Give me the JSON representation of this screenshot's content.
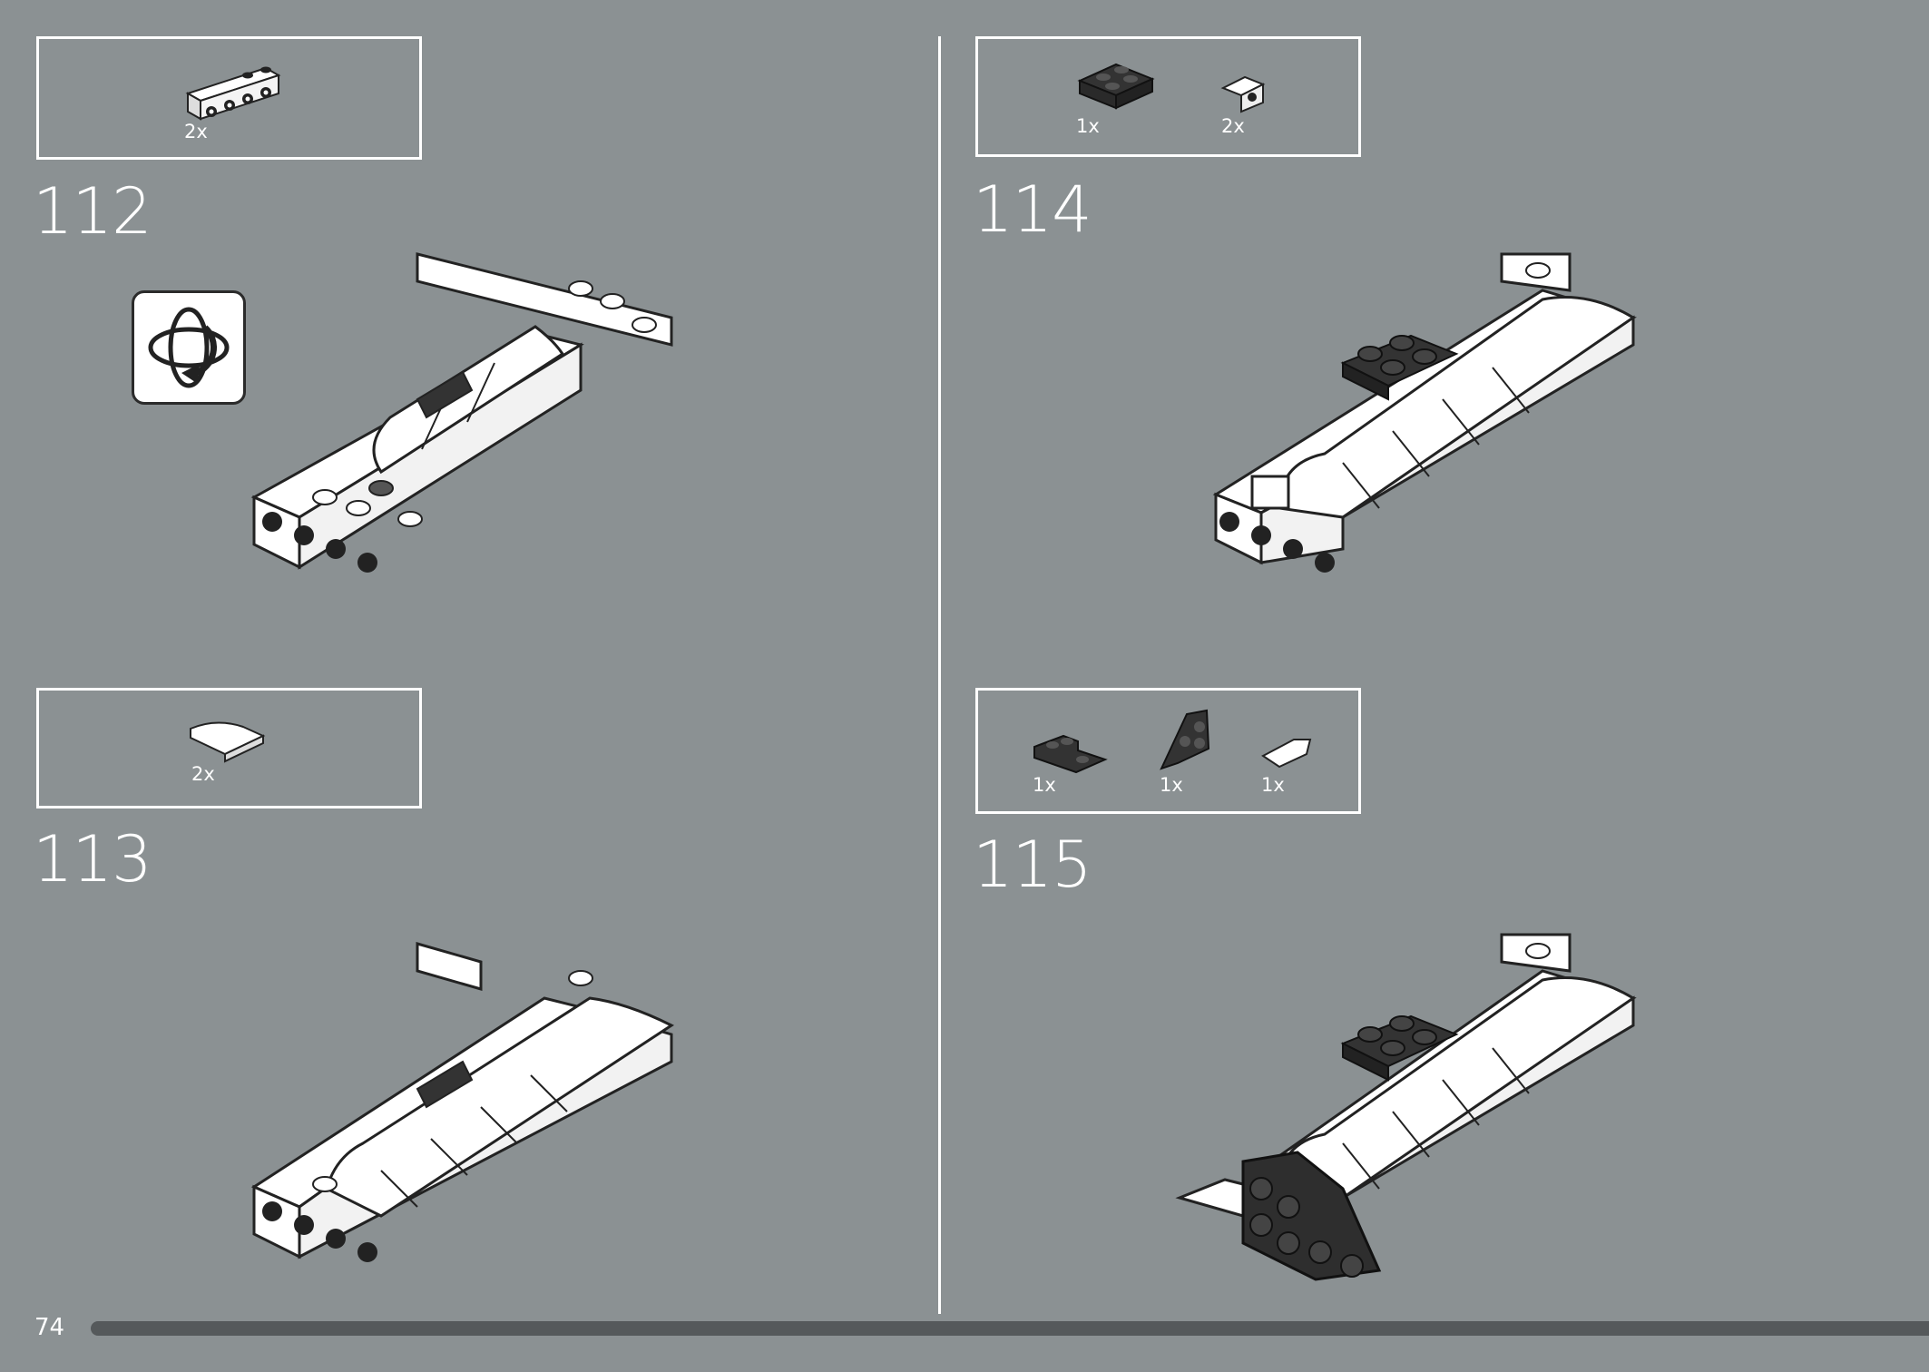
{
  "page_number": "74",
  "steps": [
    {
      "number": "112",
      "parts": [
        {
          "qty": "2x",
          "icon": "bracket-1x4-white"
        }
      ]
    },
    {
      "number": "113",
      "parts": [
        {
          "qty": "2x",
          "icon": "curved-slope-white"
        }
      ]
    },
    {
      "number": "114",
      "parts": [
        {
          "qty": "1x",
          "icon": "plate-2x2-black"
        },
        {
          "qty": "2x",
          "icon": "bracket-1x1-white"
        }
      ]
    },
    {
      "number": "115",
      "parts": [
        {
          "qty": "1x",
          "icon": "corner-plate-black"
        },
        {
          "qty": "1x",
          "icon": "wedge-plate-black"
        },
        {
          "qty": "1x",
          "icon": "wedge-small-white"
        }
      ]
    }
  ],
  "colors": {
    "background": "#8b9193",
    "border": "#ffffff",
    "progress": "#55595b"
  }
}
